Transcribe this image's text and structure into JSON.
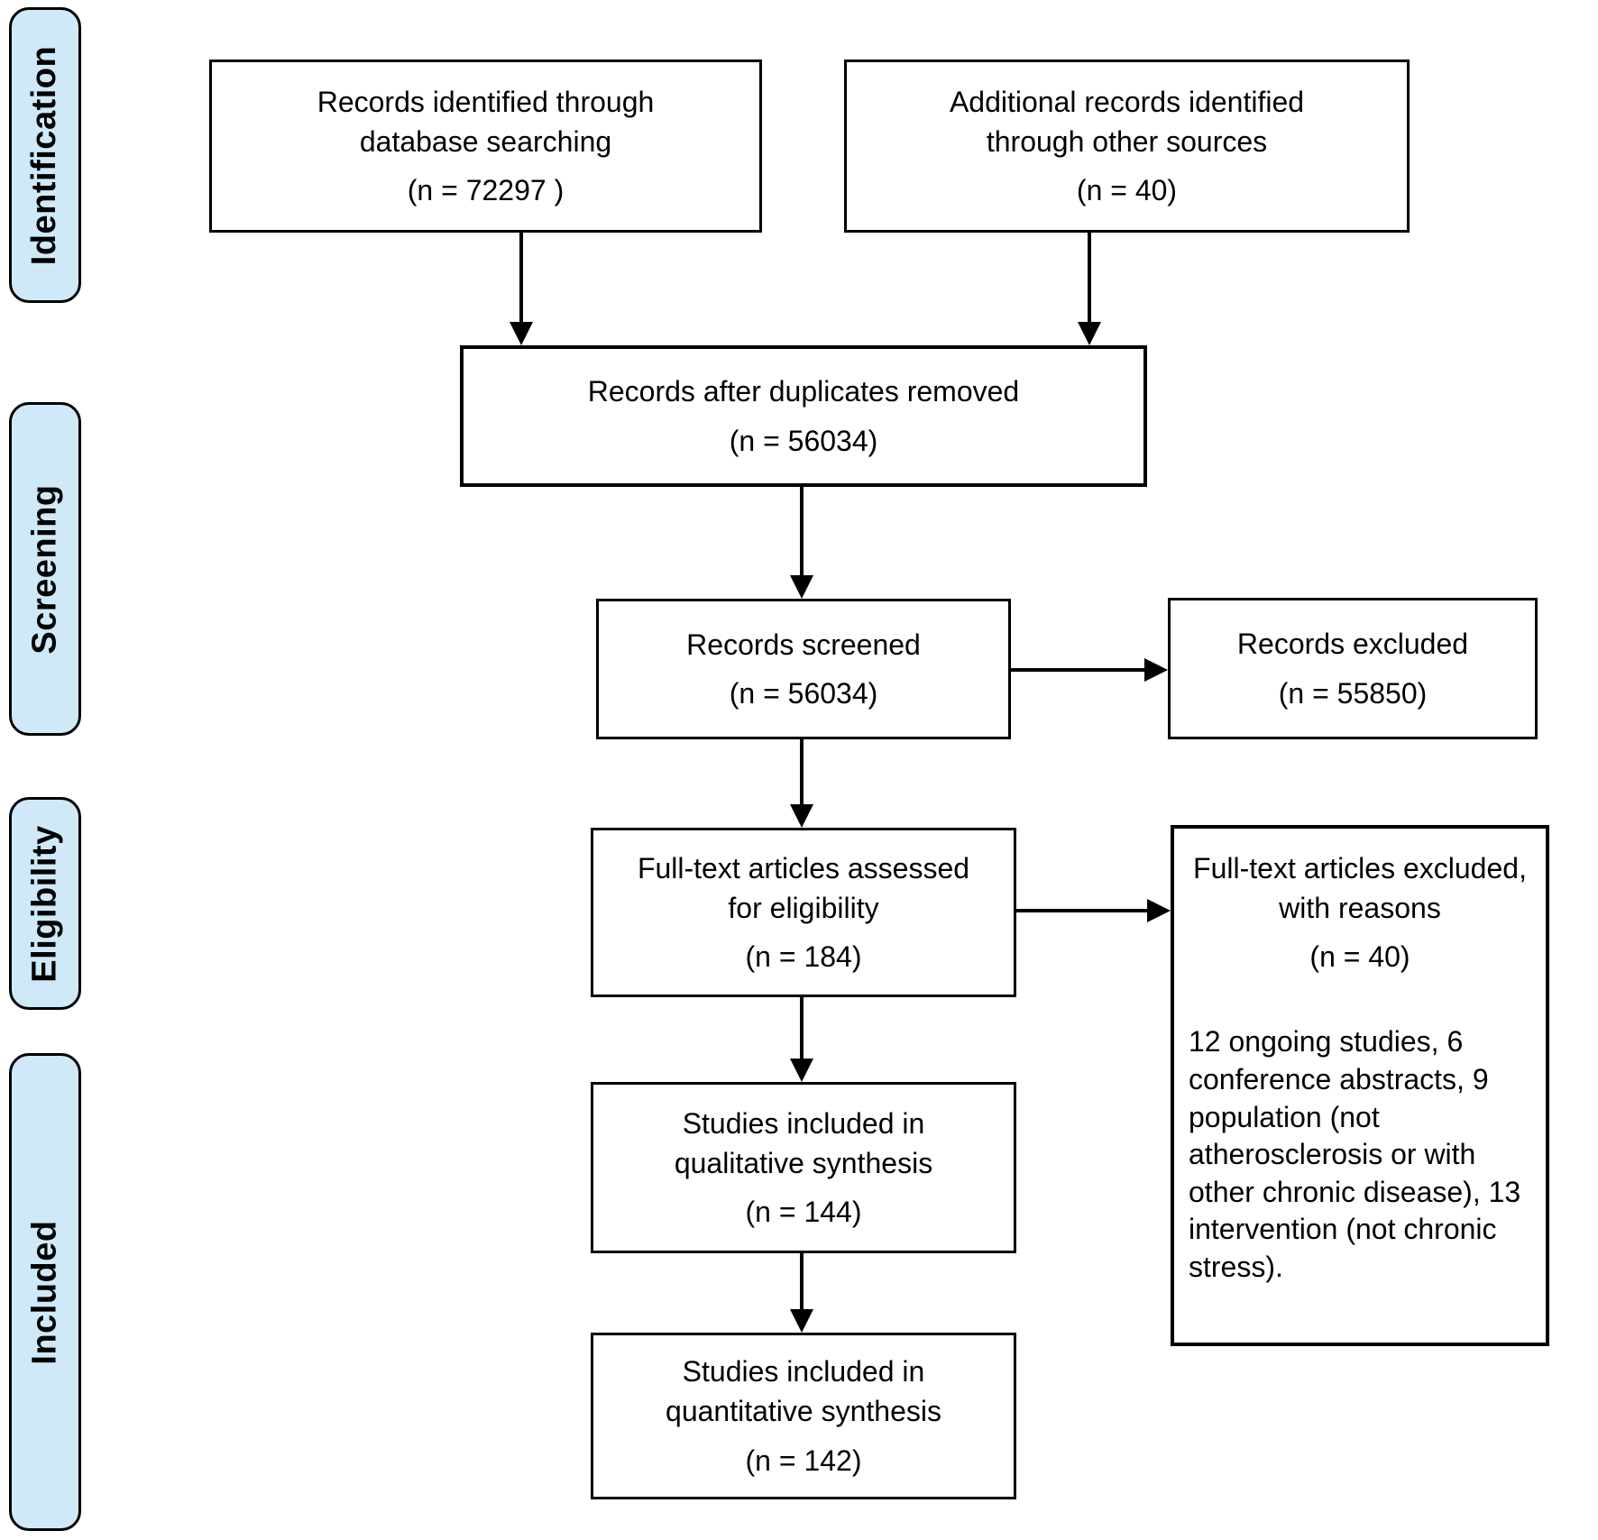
{
  "diagram": {
    "type": "prisma-flow",
    "stage_labels": [
      {
        "label": "Identification"
      },
      {
        "label": "Screening"
      },
      {
        "label": "Eligibility"
      },
      {
        "label": "Included"
      }
    ],
    "boxes": {
      "identified": {
        "text": "Records identified through\ndatabase searching",
        "n": "(n = 72297 )"
      },
      "additional": {
        "text": "Additional records identified\nthrough other sources",
        "n": "(n = 40)"
      },
      "duplicates_removed": {
        "text": "Records after duplicates removed",
        "n": "(n = 56034)"
      },
      "screened": {
        "text": "Records screened",
        "n": "(n = 56034)"
      },
      "excluded": {
        "text": "Records excluded",
        "n": "(n = 55850)"
      },
      "fulltext_assessed": {
        "text": "Full-text articles assessed\nfor eligibility",
        "n": "(n = 184)"
      },
      "fulltext_excluded": {
        "text": "Full-text articles excluded,\nwith reasons",
        "n": "(n = 40)",
        "reasons": "12 ongoing studies, 6 conference abstracts, 9 population (not atherosclerosis or with other chronic disease), 13 intervention (not chronic stress)."
      },
      "qualitative": {
        "text": "Studies included in\nqualitative synthesis",
        "n": "(n = 144)"
      },
      "quantitative": {
        "text": "Studies included in\nquantitative synthesis",
        "n": "(n = 142)"
      }
    },
    "colors": {
      "stage_fill": "#cfe9f8",
      "stage_border": "#000000",
      "box_fill": "#ffffff",
      "box_border": "#000000",
      "arrow": "#000000",
      "background": "#ffffff"
    }
  }
}
